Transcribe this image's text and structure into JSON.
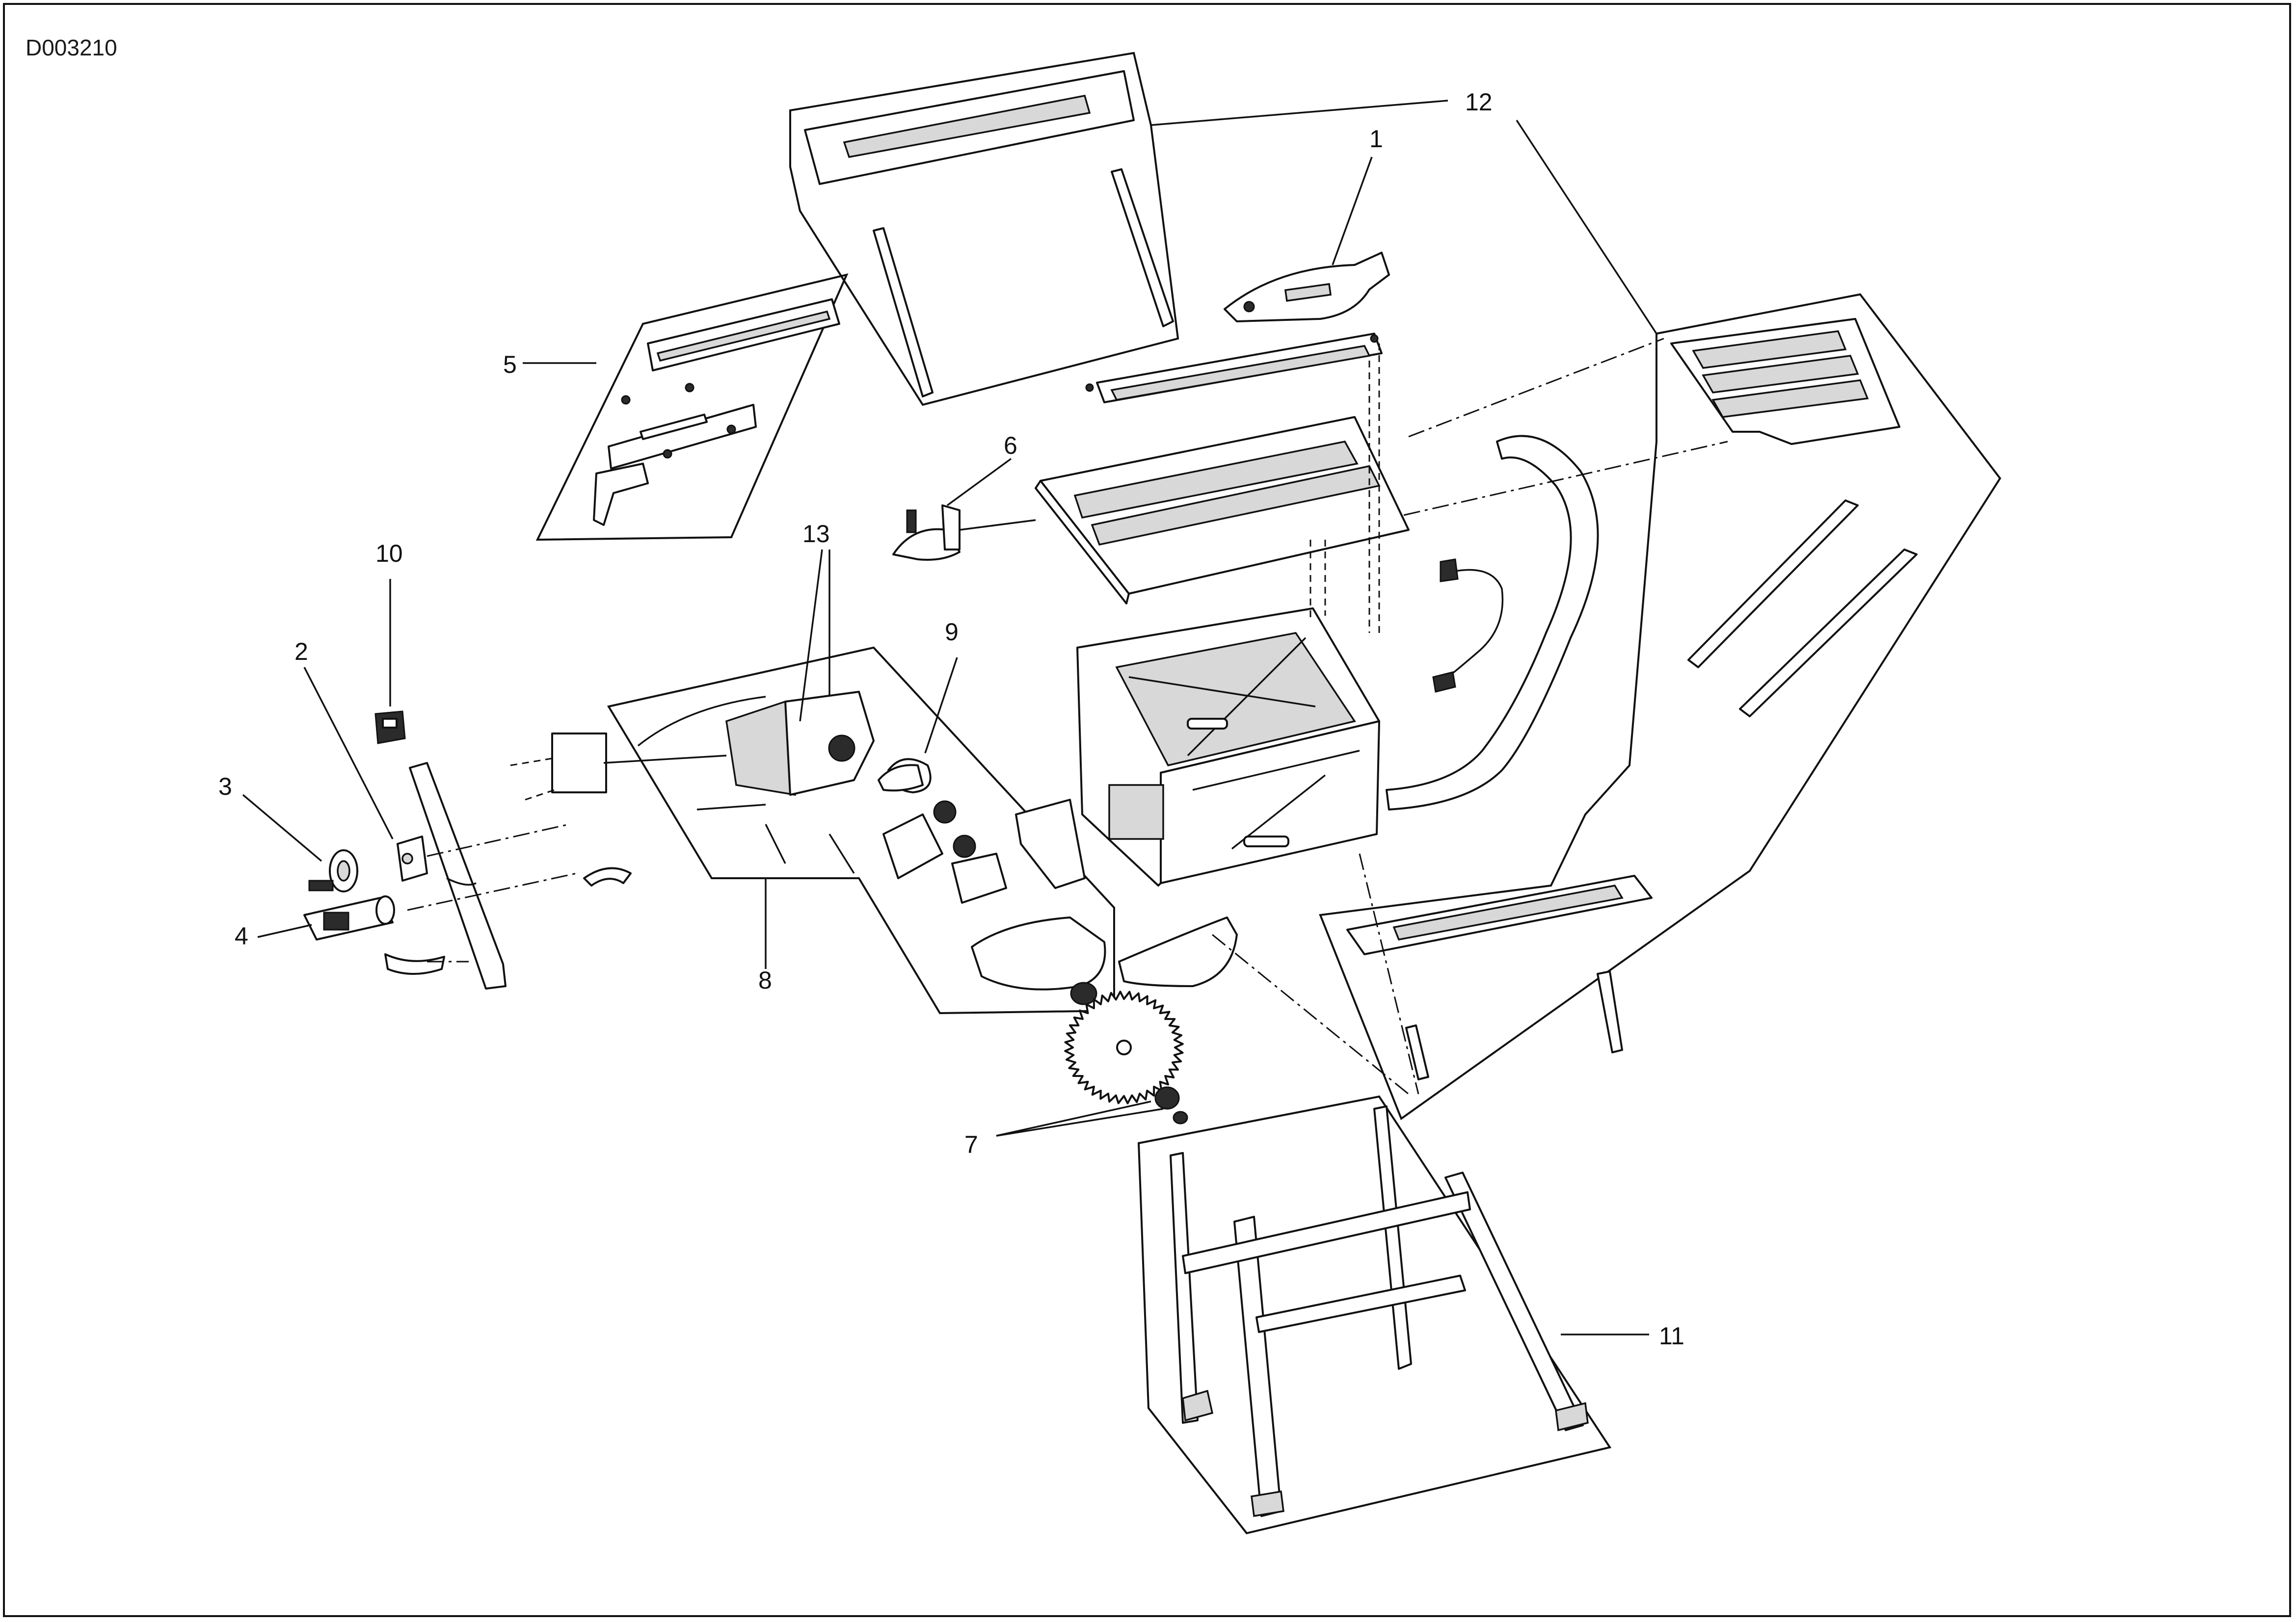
{
  "document": {
    "code": "D003210"
  },
  "callouts": [
    {
      "id": "1",
      "label": "1"
    },
    {
      "id": "2",
      "label": "2"
    },
    {
      "id": "3",
      "label": "3"
    },
    {
      "id": "4",
      "label": "4"
    },
    {
      "id": "5",
      "label": "5"
    },
    {
      "id": "6",
      "label": "6"
    },
    {
      "id": "7",
      "label": "7"
    },
    {
      "id": "8",
      "label": "8"
    },
    {
      "id": "9",
      "label": "9"
    },
    {
      "id": "10",
      "label": "10"
    },
    {
      "id": "11",
      "label": "11"
    },
    {
      "id": "12",
      "label": "12"
    },
    {
      "id": "13",
      "label": "13"
    }
  ],
  "colors": {
    "line": "#111111",
    "fill": "#ffffff",
    "shade": "#d8d8d8",
    "dark": "#2b2b2b"
  }
}
